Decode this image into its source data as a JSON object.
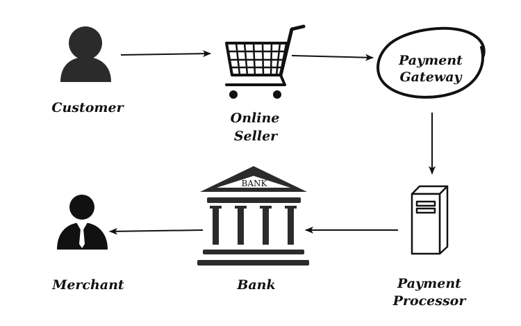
{
  "diagram": {
    "nodes": {
      "customer": {
        "label": "Customer",
        "icon": "person-icon"
      },
      "online_seller": {
        "label_line1": "Online",
        "label_line2": "Seller",
        "icon": "shopping-cart-icon"
      },
      "payment_gateway": {
        "label_line1": "Payment",
        "label_line2": "Gateway",
        "icon": "hand-drawn-ellipse"
      },
      "payment_processor": {
        "label_line1": "Payment",
        "label_line2": "Processor",
        "icon": "server-icon"
      },
      "bank": {
        "label": "Bank",
        "sign": "BANK",
        "icon": "bank-building-icon"
      },
      "merchant": {
        "label": "Merchant",
        "icon": "person-with-tie-icon"
      }
    },
    "flow": [
      {
        "from": "customer",
        "to": "online_seller"
      },
      {
        "from": "online_seller",
        "to": "payment_gateway"
      },
      {
        "from": "payment_gateway",
        "to": "payment_processor"
      },
      {
        "from": "payment_processor",
        "to": "bank"
      },
      {
        "from": "bank",
        "to": "merchant"
      }
    ],
    "colors": {
      "ink": "#111111",
      "icon_fill": "#2b2b2b",
      "background": "#ffffff"
    }
  }
}
